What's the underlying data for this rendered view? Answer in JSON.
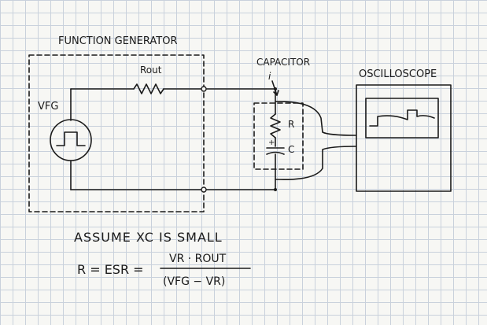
{
  "labels": {
    "function_generator": "FUNCTION GENERATOR",
    "capacitor": "CAPACITOR",
    "oscilloscope": "OSCILLOSCOPE",
    "rout": "Rout",
    "vfg": "VFG",
    "current": "i",
    "r": "R",
    "c": "C",
    "plus": "+"
  },
  "note": {
    "line1": "ASSUME XC IS SMALL"
  },
  "formula": {
    "lhs": "R = ESR =",
    "numerator": "VR · ROUT",
    "denominator": "(VFG − VR)"
  },
  "colors": {
    "ink": "#1a1a1a",
    "grid": "#c9d1dc",
    "paper": "#f7f7f4"
  }
}
